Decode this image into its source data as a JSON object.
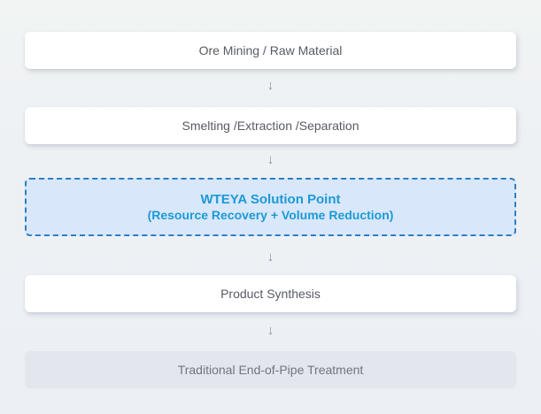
{
  "flowchart": {
    "arrow_glyph": "↓",
    "colors": {
      "default_box_bg": "#ffffff",
      "box_text": "#575b62",
      "muted_box_bg": "#e3e6ec",
      "muted_box_text": "#71757d",
      "highlight_bg": "#d9e7fa",
      "highlight_border": "#2b7fc4",
      "highlight_text": "#1b9ad5",
      "arrow": "#8d939b"
    },
    "nodes": [
      {
        "id": "ore-mining",
        "type": "default",
        "label": "Ore Mining / Raw Material"
      },
      {
        "id": "smelting",
        "type": "default",
        "label": "Smelting /Extraction /Separation"
      },
      {
        "id": "wteya-solution",
        "type": "highlight",
        "title": "WTEYA Solution Point",
        "subtitle": "(Resource Recovery + Volume Reduction)"
      },
      {
        "id": "product-synthesis",
        "type": "default",
        "label": "Product Synthesis"
      },
      {
        "id": "end-of-pipe",
        "type": "muted",
        "label": "Traditional End-of-Pipe Treatment"
      }
    ]
  }
}
